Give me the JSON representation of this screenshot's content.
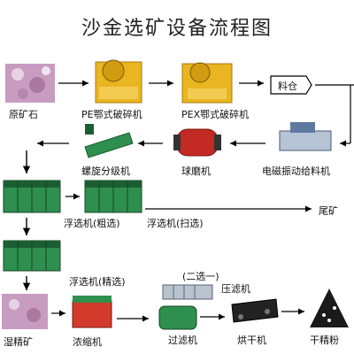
{
  "title": "沙金选矿设备流程图",
  "labels": {
    "raw_ore": "原矿石",
    "pe_crusher": "PE鄂式破碎机",
    "pex_crusher": "PEX鄂式破碎机",
    "silo": "料仓",
    "spiral_classifier": "螺旋分级机",
    "ball_mill": "球磨机",
    "feeder": "电磁振动给料机",
    "flotation_rough": "浮选机(粗选)",
    "flotation_scav": "浮选机(扫选)",
    "tailings": "尾矿",
    "flotation_clean": "浮选机(精选)",
    "wet_conc": "湿精矿",
    "thickener": "浓缩机",
    "select_one": "(二选一)",
    "press_filter": "压滤机",
    "filter": "过滤机",
    "dryer": "烘干机",
    "dry_powder": "干精粉"
  },
  "colors": {
    "machine_yellow": "#e9b520",
    "ore_pink": "#c89cc0",
    "flotation_green": "#2f8f4e",
    "mill_red": "#c42a24",
    "thickener_red": "#d23b2c",
    "cone_black": "#1a1a1a",
    "arrow": "#000000"
  }
}
